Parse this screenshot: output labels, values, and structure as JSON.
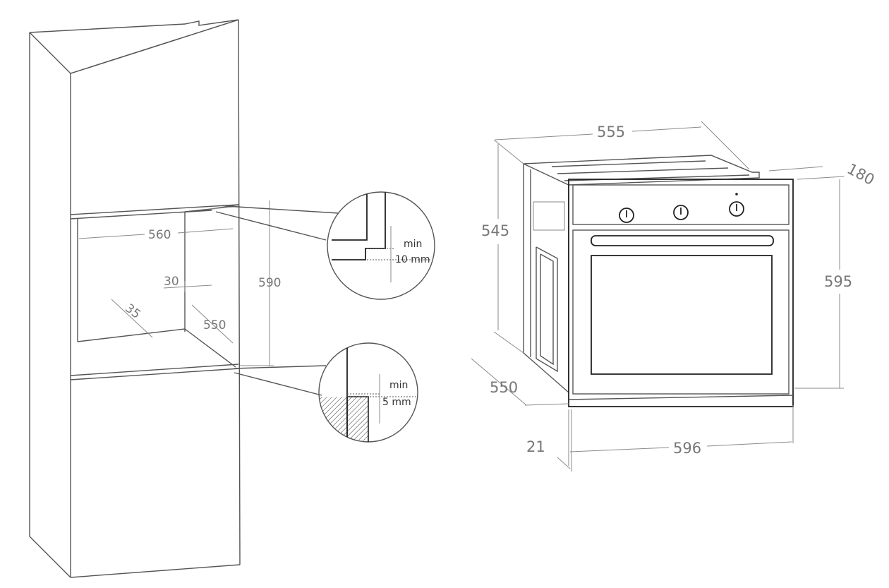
{
  "cabinet": {
    "niche_width": "560",
    "niche_height": "590",
    "niche_depth": "550",
    "offset_30": "30",
    "offset_35": "35"
  },
  "detail_top": {
    "label_min": "min",
    "label_value": "10 mm"
  },
  "detail_bottom": {
    "label_min": "min",
    "label_value": "5 mm"
  },
  "oven": {
    "top_width": "555",
    "body_height": "545",
    "control_depth": "180",
    "total_height": "595",
    "depth": "550",
    "front_width": "596",
    "panel_thickness": "21"
  }
}
